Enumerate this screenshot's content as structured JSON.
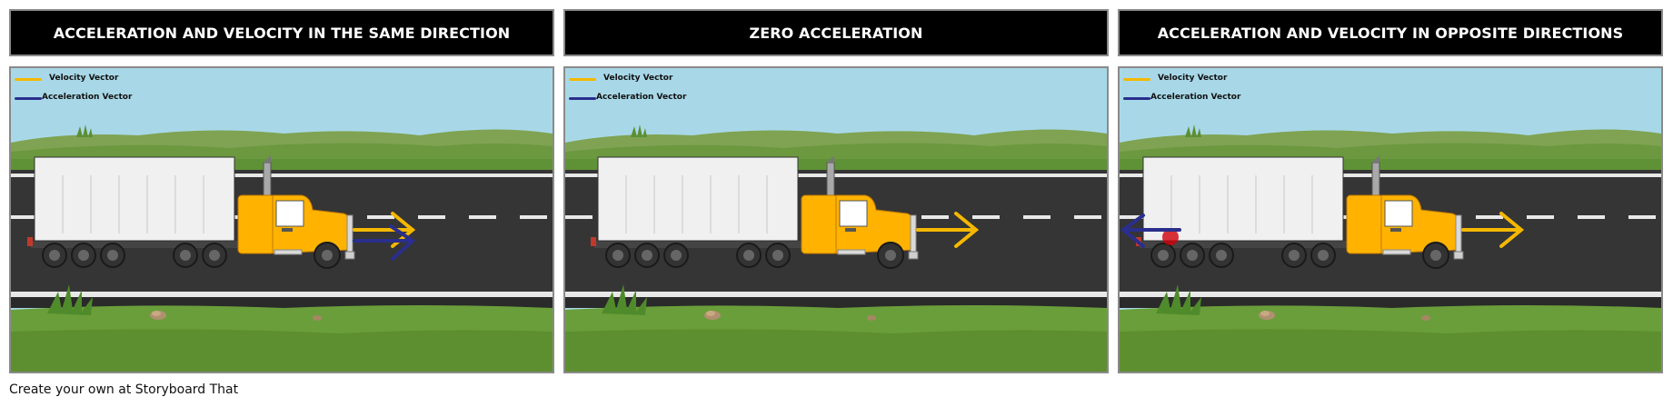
{
  "colors": {
    "velocity": "#f5b800",
    "acceleration": "#2a2e8c",
    "sky": "#a8d8e8",
    "hill": "#6c9840",
    "grass": "#6a9e3a",
    "road": "#353535",
    "truck_yellow": "#ffb300",
    "trailer": "#f0f0f0"
  },
  "panels": [
    {
      "title": "ACCELERATION AND VELOCITY IN THE SAME DIRECTION",
      "legend": {
        "velocity": "Velocity Vector",
        "acceleration": "Acceleration Vector"
      },
      "velocity_arrow": "right",
      "acceleration_arrow": "right",
      "brake_light": "off"
    },
    {
      "title": "ZERO ACCELERATION",
      "legend": {
        "velocity": "Velocity Vector",
        "acceleration": "Acceleration Vector"
      },
      "velocity_arrow": "right",
      "acceleration_arrow": "none",
      "brake_light": "off"
    },
    {
      "title": "ACCELERATION AND VELOCITY IN OPPOSITE DIRECTIONS",
      "legend": {
        "velocity": "Velocity Vector",
        "acceleration": "Acceleration Vector"
      },
      "velocity_arrow": "right",
      "acceleration_arrow": "left",
      "brake_light": "on"
    }
  ],
  "footer": {
    "text": "Create your own at Storyboard That"
  }
}
